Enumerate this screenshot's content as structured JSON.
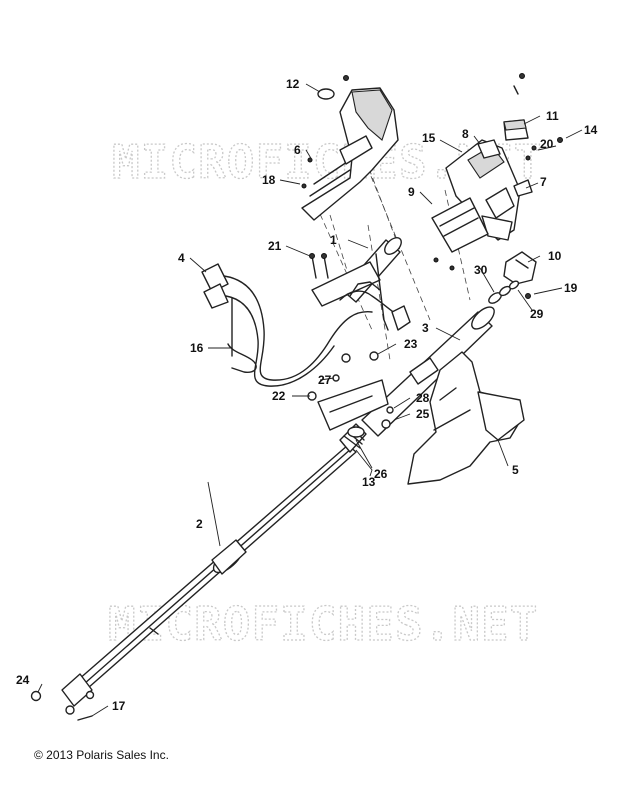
{
  "watermark": "MICROFICHES.NET",
  "copyright": "© 2013 Polaris Sales Inc.",
  "callouts": [
    "1",
    "2",
    "3",
    "4",
    "5",
    "6",
    "7",
    "8",
    "9",
    "10",
    "11",
    "12",
    "13",
    "14",
    "15",
    "16",
    "17",
    "18",
    "19",
    "20",
    "21",
    "22",
    "23",
    "24",
    "25",
    "26",
    "27",
    "28",
    "29",
    "30"
  ]
}
